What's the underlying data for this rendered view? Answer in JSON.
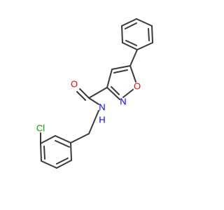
{
  "molecule": {
    "atoms": [
      {
        "id": "O_carbonyl",
        "label": "O",
        "color": "#ff0000"
      },
      {
        "id": "N_amide",
        "label": "N",
        "color": "#0000ff"
      },
      {
        "id": "H_amide",
        "label": "H",
        "color": "#0000ff"
      },
      {
        "id": "N_ring",
        "label": "N",
        "color": "#0000ff"
      },
      {
        "id": "O_ring",
        "label": "O",
        "color": "#ff0000"
      },
      {
        "id": "Cl",
        "label": "Cl",
        "color": "#00a000"
      }
    ],
    "bond_color": "#3a3a3a"
  }
}
